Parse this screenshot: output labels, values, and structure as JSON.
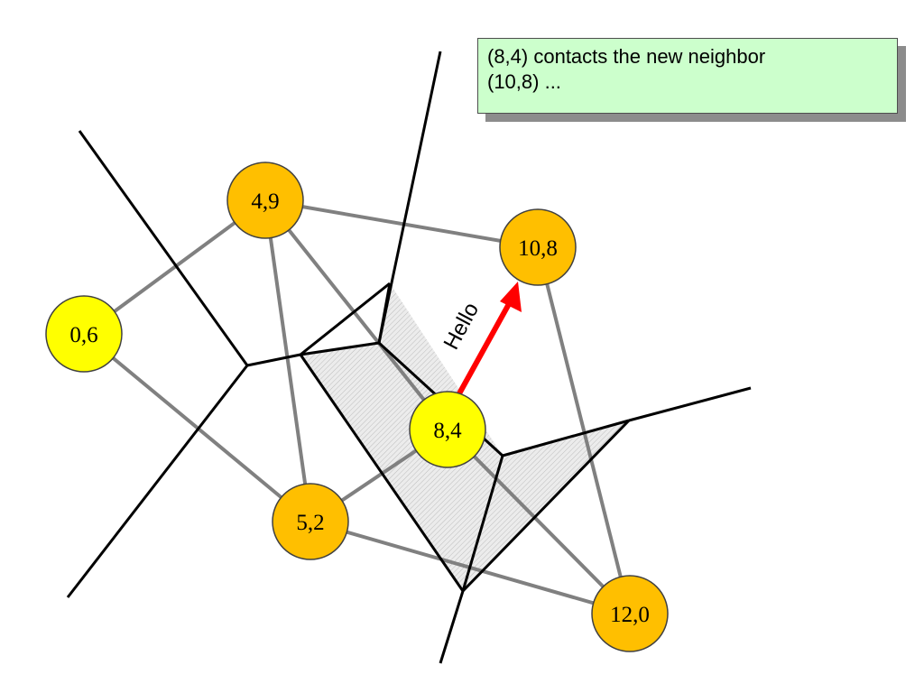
{
  "note": {
    "line1": "(8,4) contacts the new neighbor",
    "line2": "(10,8) ..."
  },
  "message": {
    "label": "Hello",
    "color": "#ff0000"
  },
  "nodes": [
    {
      "id": "n-4-9",
      "label": "4,9",
      "fill": "#ffbf00"
    },
    {
      "id": "n-10-8",
      "label": "10,8",
      "fill": "#ffbf00"
    },
    {
      "id": "n-0-6",
      "label": "0,6",
      "fill": "#ffff00"
    },
    {
      "id": "n-8-4",
      "label": "8,4",
      "fill": "#ffff00"
    },
    {
      "id": "n-5-2",
      "label": "5,2",
      "fill": "#ffbf00"
    },
    {
      "id": "n-12-0",
      "label": "12,0",
      "fill": "#ffbf00"
    }
  ],
  "colors": {
    "gray_edge": "#808080",
    "black_edge": "#000000",
    "region_fill": "#e6e6e6",
    "node_stroke": "#404040"
  }
}
